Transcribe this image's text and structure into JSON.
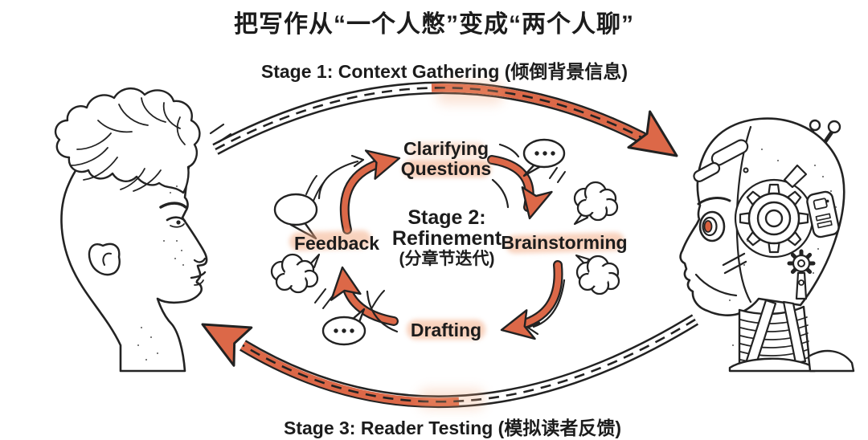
{
  "title": "把写作从“一个人憋”变成“两个人聊”",
  "stage1": {
    "label": "Stage 1: Context Gathering (倾倒背景信息)"
  },
  "stage2": {
    "line1": "Stage 2:",
    "line2": "Refinement",
    "line3": "(分章节迭代)"
  },
  "stage3": {
    "label": "Stage 3: Reader Testing (模拟读者反馈)"
  },
  "cycle": {
    "steps": [
      {
        "id": "clarifying-questions",
        "label_line1": "Clarifying",
        "label_line2": "Questions"
      },
      {
        "id": "brainstorming",
        "label": "Brainstorming"
      },
      {
        "id": "drafting",
        "label": "Drafting"
      },
      {
        "id": "feedback",
        "label": "Feedback"
      }
    ],
    "direction": "clockwise"
  },
  "figures": {
    "left": "human-writer-sketch",
    "right": "ai-robot-sketch"
  },
  "decorations": [
    "speech-bubble-empty",
    "thought-cloud",
    "speech-bubble-ellipsis"
  ],
  "colors": {
    "accent_orange": "#DC6848",
    "robot_eye_orange": "#D9603E",
    "highlight_peach": "#F2A77E",
    "ink": "#222222",
    "background": "#FFFFFF"
  }
}
